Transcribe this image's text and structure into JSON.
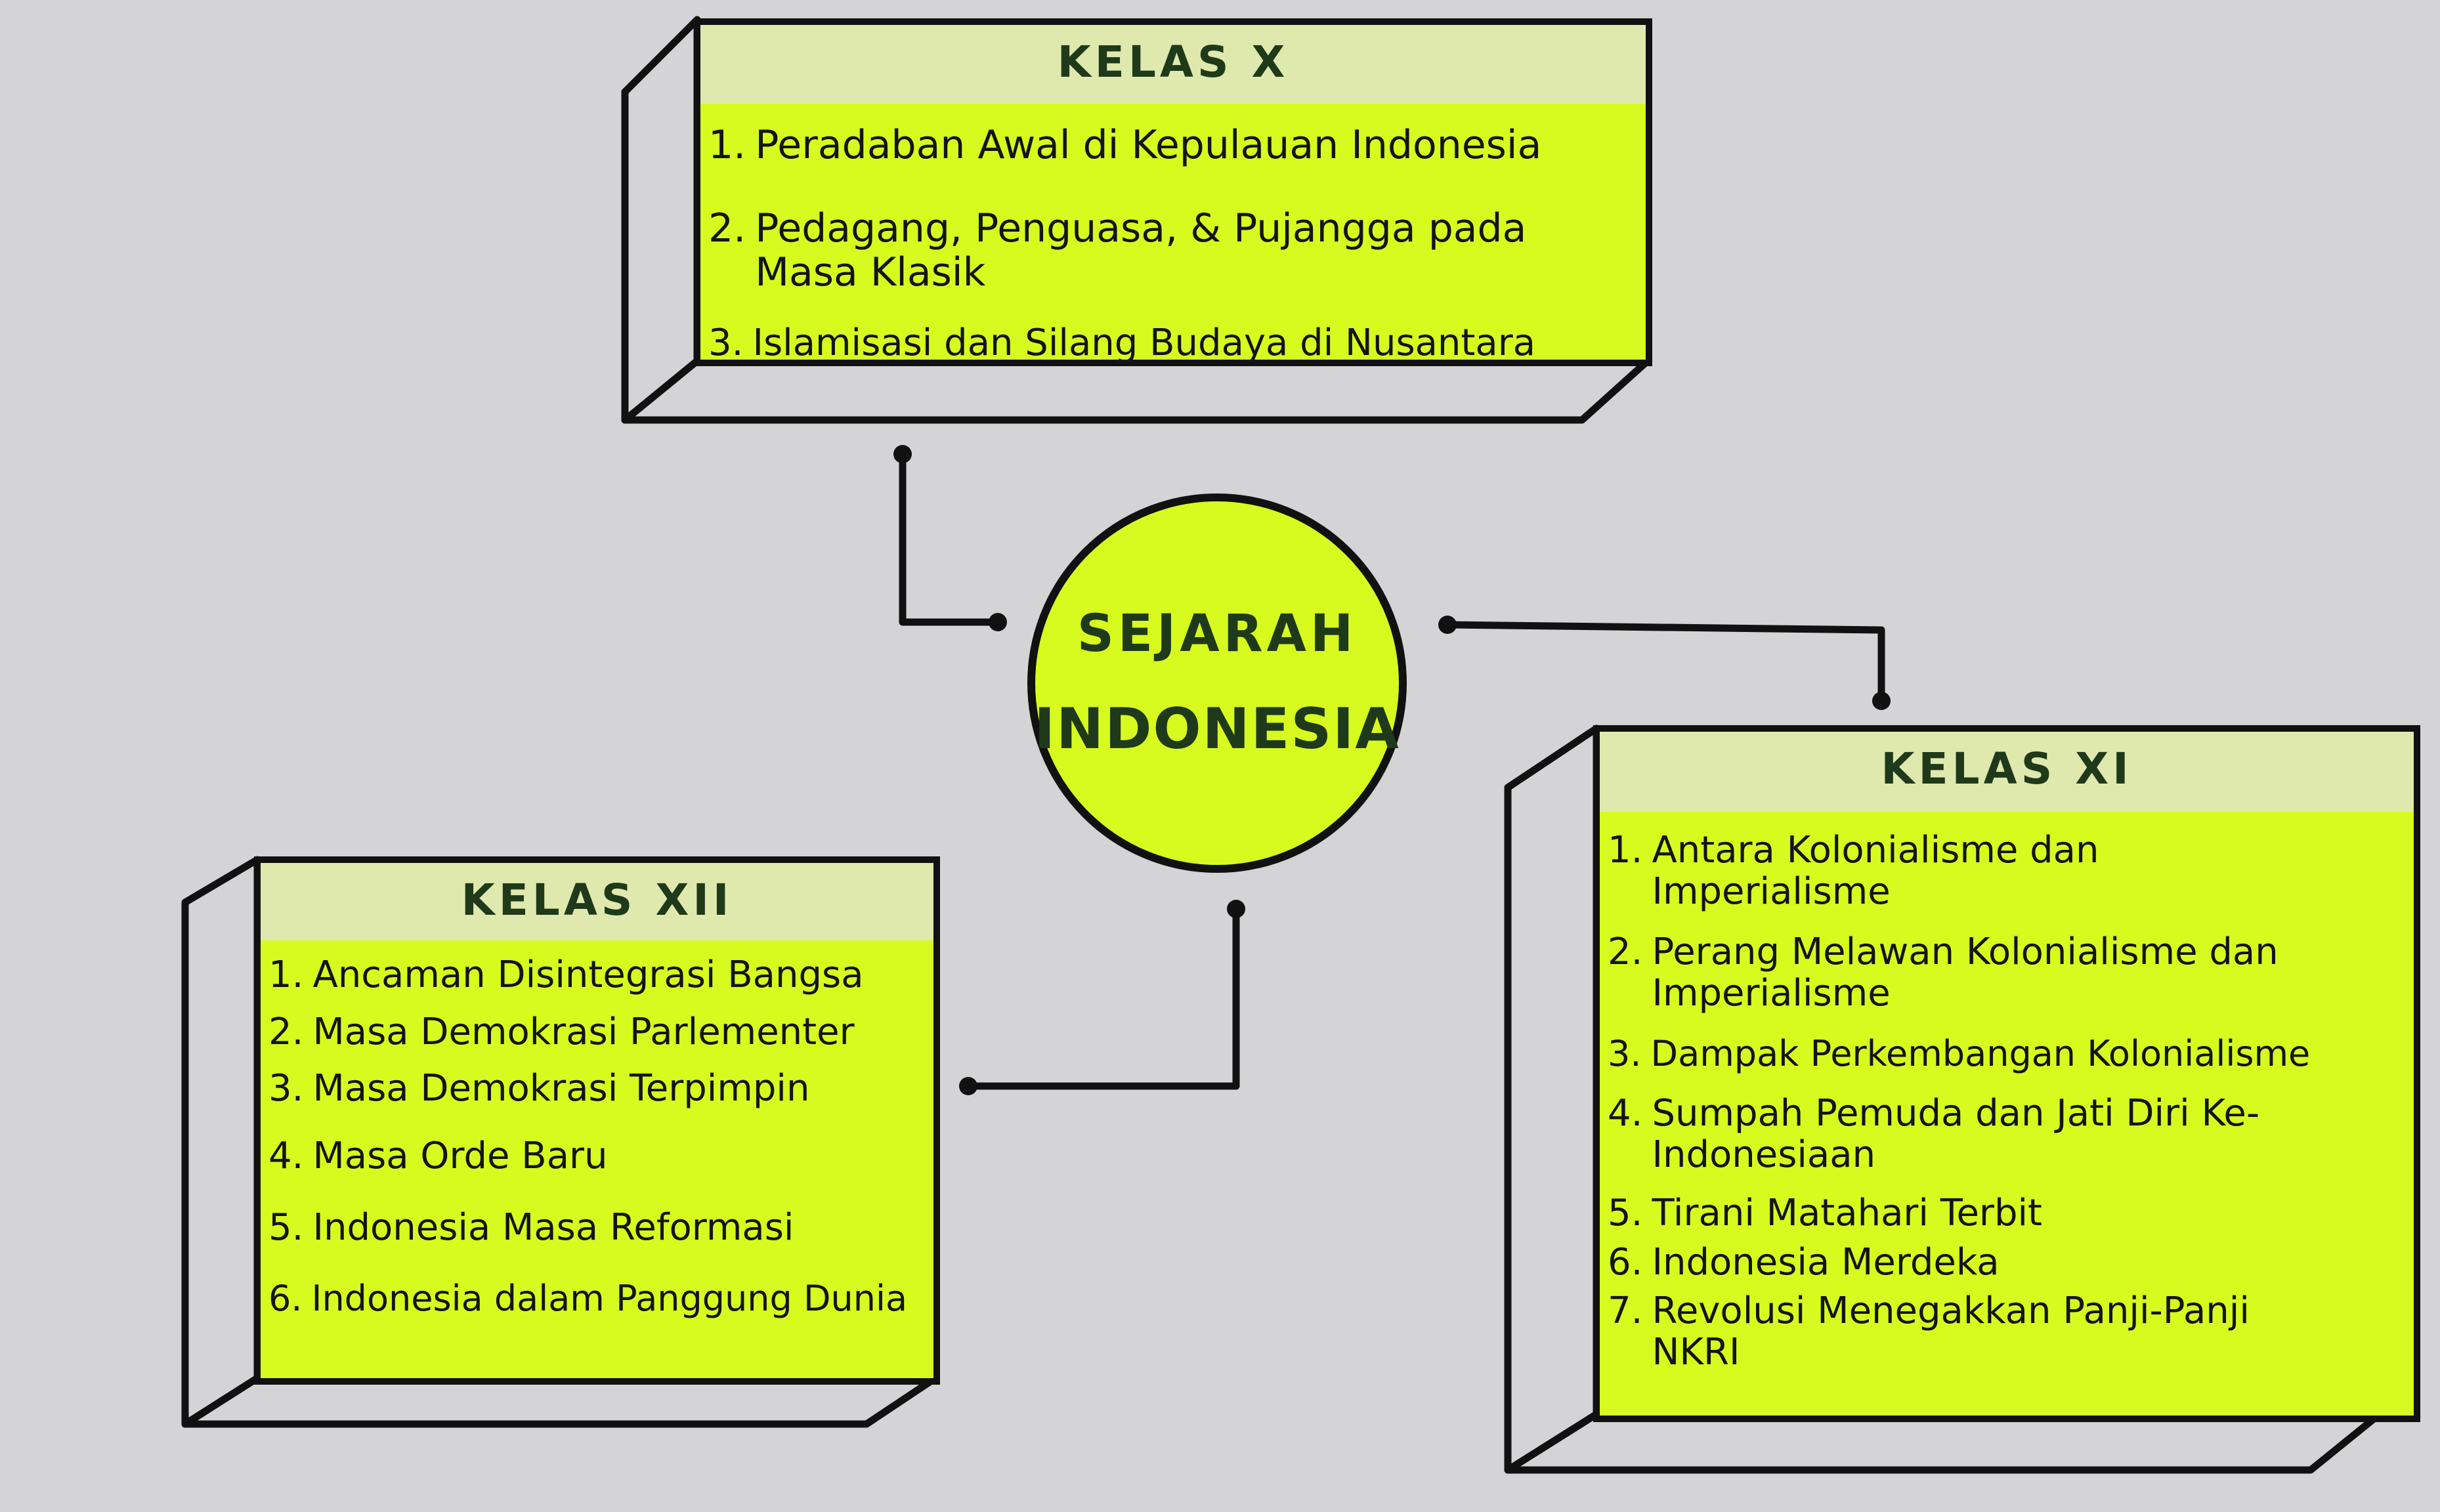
{
  "center": {
    "line1": "SEJARAH",
    "line2": "INDONESIA"
  },
  "boxes": {
    "kelas_x": {
      "title": "KELAS X",
      "items": [
        {
          "num": "1.",
          "text": "Peradaban Awal di Kepulauan Indonesia"
        },
        {
          "num": "2.",
          "text": "Pedagang, Penguasa, & Pujangga pada Masa Klasik"
        },
        {
          "num": "3.",
          "text": "Islamisasi dan Silang Budaya di Nusantara"
        }
      ]
    },
    "kelas_xi": {
      "title": "KELAS XI",
      "items": [
        {
          "num": "1.",
          "text": "Antara Kolonialisme dan Imperialisme"
        },
        {
          "num": "2.",
          "text": "Perang Melawan Kolonialisme dan Imperialisme"
        },
        {
          "num": "3.",
          "text": "Dampak Perkembangan Kolonialisme"
        },
        {
          "num": "4.",
          "text": "Sumpah Pemuda dan Jati Diri Ke-Indonesiaan"
        },
        {
          "num": "5.",
          "text": "Tirani Matahari Terbit"
        },
        {
          "num": "6.",
          "text": "Indonesia Merdeka"
        },
        {
          "num": "7.",
          "text": "Revolusi Menegakkan Panji-Panji NKRI"
        }
      ]
    },
    "kelas_xii": {
      "title": "KELAS XII",
      "items": [
        {
          "num": "1.",
          "text": "Ancaman Disintegrasi Bangsa"
        },
        {
          "num": "2.",
          "text": "Masa Demokrasi Parlementer"
        },
        {
          "num": "3.",
          "text": "Masa Demokrasi Terpimpin"
        },
        {
          "num": "4.",
          "text": "Masa Orde Baru"
        },
        {
          "num": "5.",
          "text": "Indonesia Masa Reformasi"
        },
        {
          "num": "6.",
          "text": "Indonesia dalam Panggung Dunia"
        }
      ]
    }
  },
  "colors": {
    "highlight": "#d7fb1e",
    "ink": "#111111",
    "paper": "#d4d4d6"
  }
}
